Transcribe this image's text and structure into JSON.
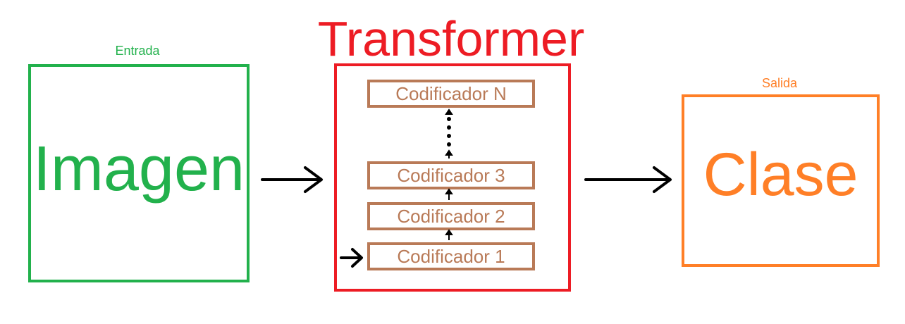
{
  "input": {
    "caption": "Entrada",
    "label": "Imagen",
    "color": "#22b14c"
  },
  "transformer": {
    "title": "Transformer",
    "color": "#ed1c24",
    "encoders": [
      {
        "label": "Codificador N"
      },
      {
        "label": "Codificador 3"
      },
      {
        "label": "Codificador 2"
      },
      {
        "label": "Codificador 1"
      }
    ],
    "encoder_color": "#b97a57"
  },
  "output": {
    "caption": "Salida",
    "label": "Clase",
    "color": "#ff7f27"
  }
}
